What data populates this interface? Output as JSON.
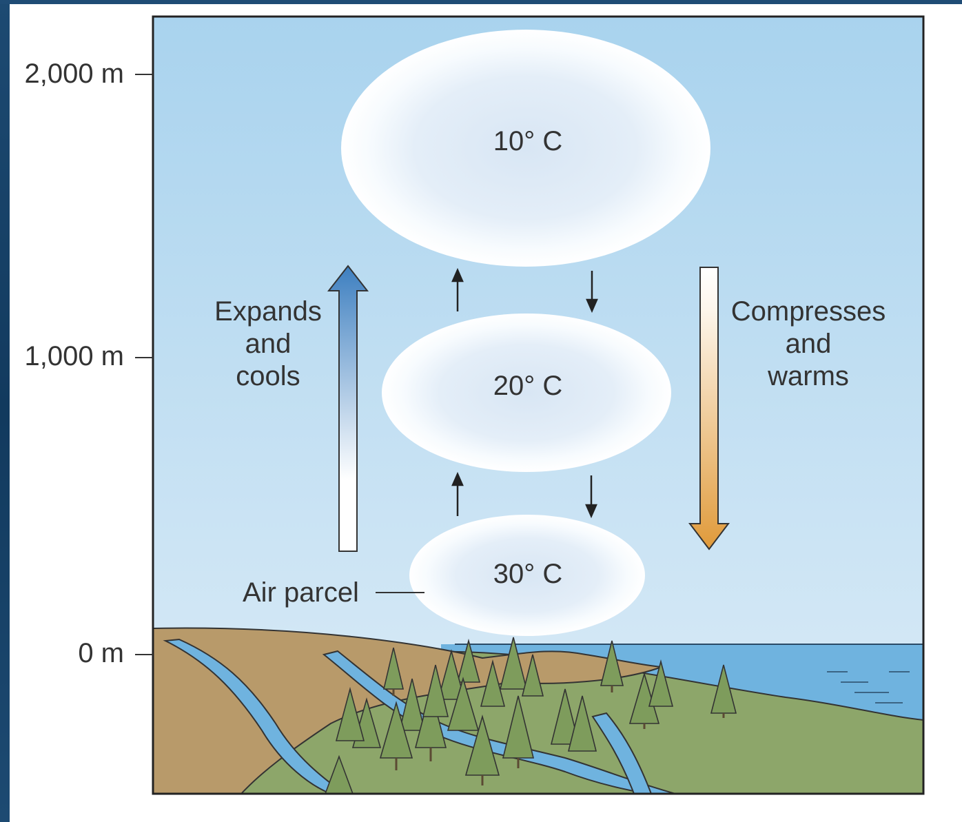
{
  "altitude_axis": {
    "ticks": [
      "2,000 m",
      "1,000 m",
      "0 m"
    ]
  },
  "parcels": [
    {
      "temperature": "10° C"
    },
    {
      "temperature": "20° C"
    },
    {
      "temperature": "30° C"
    }
  ],
  "labels": {
    "rising": [
      "Expands",
      "and",
      "cools"
    ],
    "sinking": [
      "Compresses",
      "and",
      "warms"
    ],
    "air_parcel": "Air parcel"
  },
  "colors": {
    "sky_top": "#a9d3ee",
    "sky_bottom": "#dcecf7",
    "rising_arrow": "#3d7fc0",
    "sinking_arrow": "#e09a3a",
    "land": "#b89a6a",
    "grass": "#8da66a",
    "water": "#6fb3df"
  }
}
